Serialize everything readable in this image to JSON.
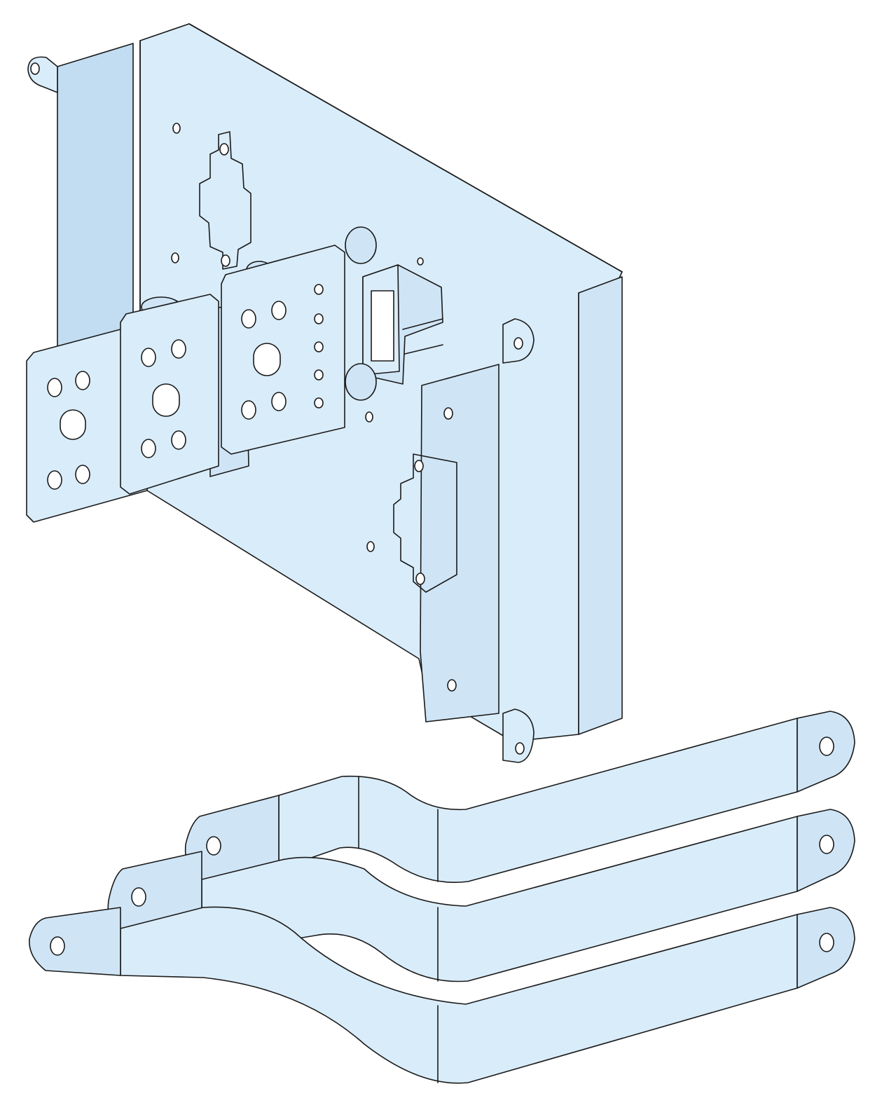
{
  "colors": {
    "background": "#ffffff",
    "metal_face": "#d9ecf9",
    "metal_face_shade": "#cfe5f6",
    "metal_face_dark": "#c2ddf2",
    "outline": "#1a1a1a"
  },
  "parts": {
    "mounting_plate": "mounting-plate",
    "terminal_plates": [
      "terminal-plate",
      "terminal-plate",
      "terminal-plate"
    ],
    "connection_bars": [
      "connection-bar",
      "connection-bar",
      "connection-bar"
    ]
  }
}
